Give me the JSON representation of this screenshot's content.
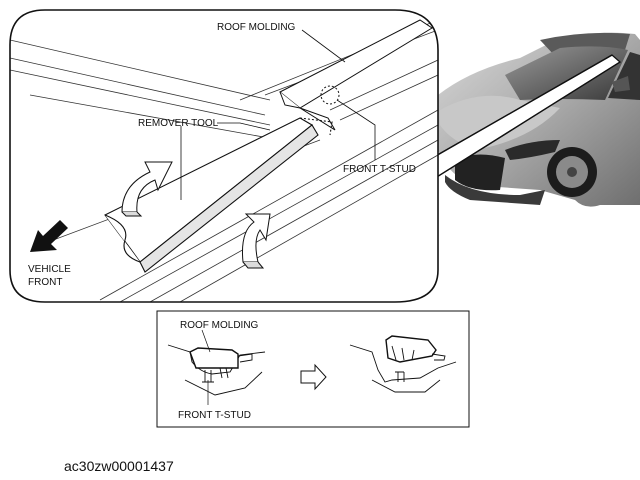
{
  "labels": {
    "roof_molding": "ROOF MOLDING",
    "remover_tool": "REMOVER TOOL",
    "front_t_stud": "FRONT T-STUD",
    "vehicle": "VEHICLE",
    "front": "FRONT",
    "inset_roof_molding": "ROOF MOLDING",
    "inset_front_t_stud": "FRONT T-STUD"
  },
  "figure_id": "ac30zw00001437"
}
